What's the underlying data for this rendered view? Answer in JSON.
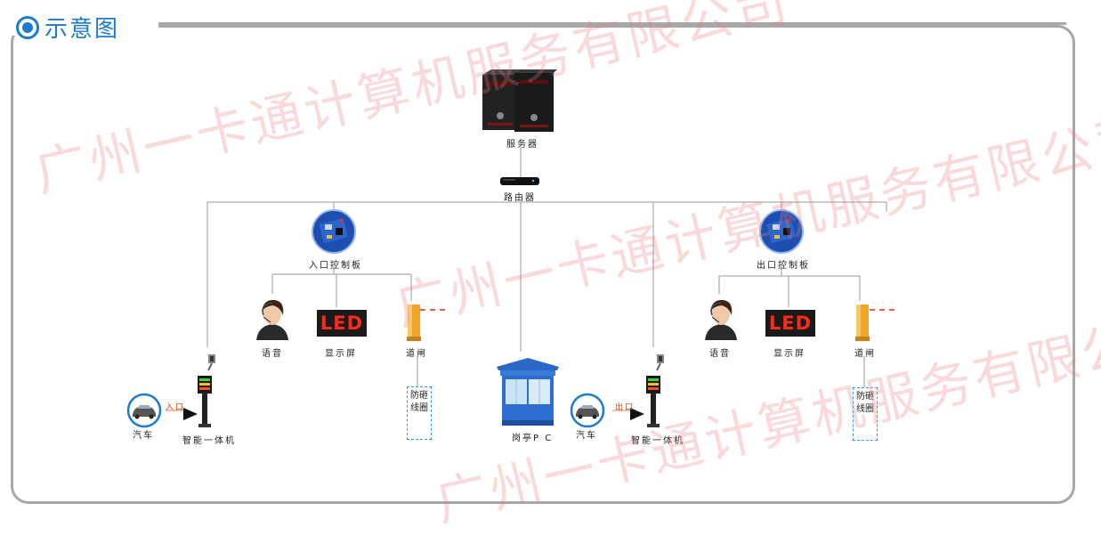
{
  "header": {
    "title": "示意图"
  },
  "watermark": {
    "text": "广州一卡通计算机服务有限公司"
  },
  "nodes": {
    "server": "服务器",
    "router": "路由器",
    "entry_board": "入口控制板",
    "exit_board": "出口控制板",
    "voice_left": "语音",
    "voice_right": "语音",
    "display_left": "显示屏",
    "display_right": "显示屏",
    "led_left": "LED",
    "led_right": "LED",
    "gate_left": "道闸",
    "gate_right": "道闸",
    "loop_left": "防砸线圈",
    "loop_right": "防砸线圈",
    "car_left": "汽车",
    "car_right": "汽车",
    "terminal_left": "智能一体机",
    "terminal_right": "智能一体机",
    "booth": "岗亭P C",
    "entry_arrow": "入口",
    "exit_arrow": "出口"
  },
  "colors": {
    "accent": "#1b7bd0",
    "frame": "#a8a8a8",
    "watermark": "#e87878",
    "loop_border": "#2aa4d8",
    "led_text": "#ff2a1a",
    "gate": "#f0a020"
  }
}
